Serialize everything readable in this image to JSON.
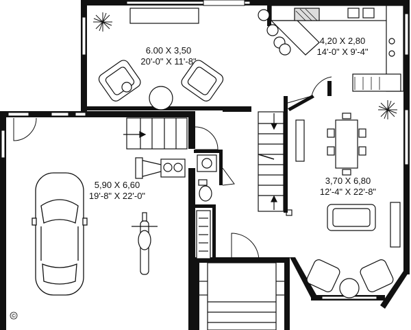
{
  "rooms": {
    "living": {
      "dims_metric": "6.00 X 3,50",
      "dims_imperial": "20'-0\" X 11'-8\""
    },
    "kitchen": {
      "dims_metric": "4,20 X 2,80",
      "dims_imperial": "14'-0\" X 9'-4\""
    },
    "dining": {
      "dims_metric": "3,70 X 6,80",
      "dims_imperial": "12'-4\" X 22'-8\""
    },
    "garage": {
      "dims_metric": "5,90 X 6,60",
      "dims_imperial": "19'-8\" X 22'-0\""
    }
  },
  "copyright_mark": "©"
}
